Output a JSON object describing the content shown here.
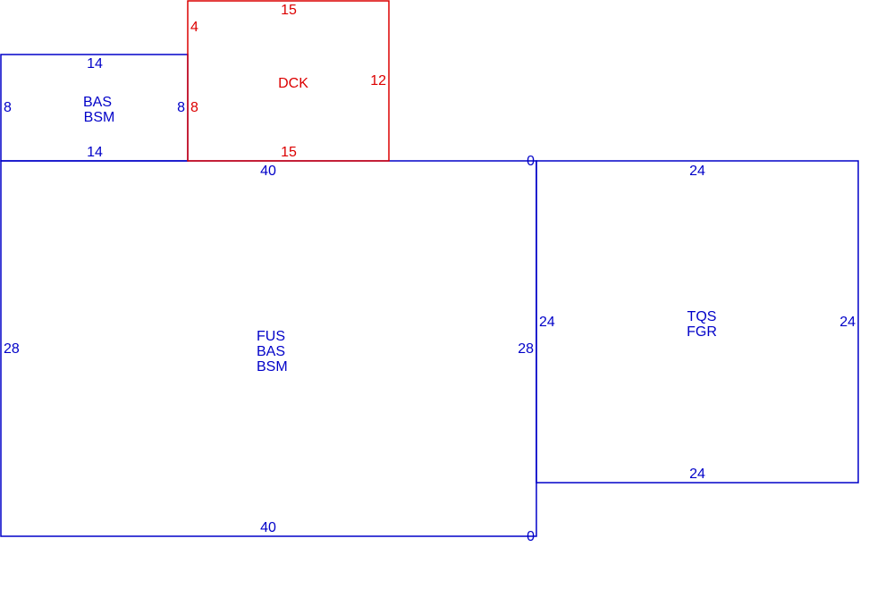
{
  "colors": {
    "main": "#0000c8",
    "deck": "#dc0000"
  },
  "areas": {
    "bas_small": {
      "codes": [
        "BAS",
        "BSM"
      ],
      "dims": {
        "top": "14",
        "bottom": "14",
        "left": "8",
        "right": "8"
      }
    },
    "deck": {
      "codes": [
        "DCK"
      ],
      "dims": {
        "top": "15",
        "bottom": "15",
        "left_top": "4",
        "left_bottom": "8",
        "right": "12"
      }
    },
    "main": {
      "codes": [
        "FUS",
        "BAS",
        "BSM"
      ],
      "dims": {
        "top": "40",
        "bottom": "40",
        "left": "28",
        "right": "28",
        "corner_top": "0",
        "corner_bottom": "0"
      }
    },
    "garage": {
      "codes": [
        "TQS",
        "FGR"
      ],
      "dims": {
        "top": "24",
        "bottom": "24",
        "left": "24",
        "right": "24"
      }
    }
  }
}
